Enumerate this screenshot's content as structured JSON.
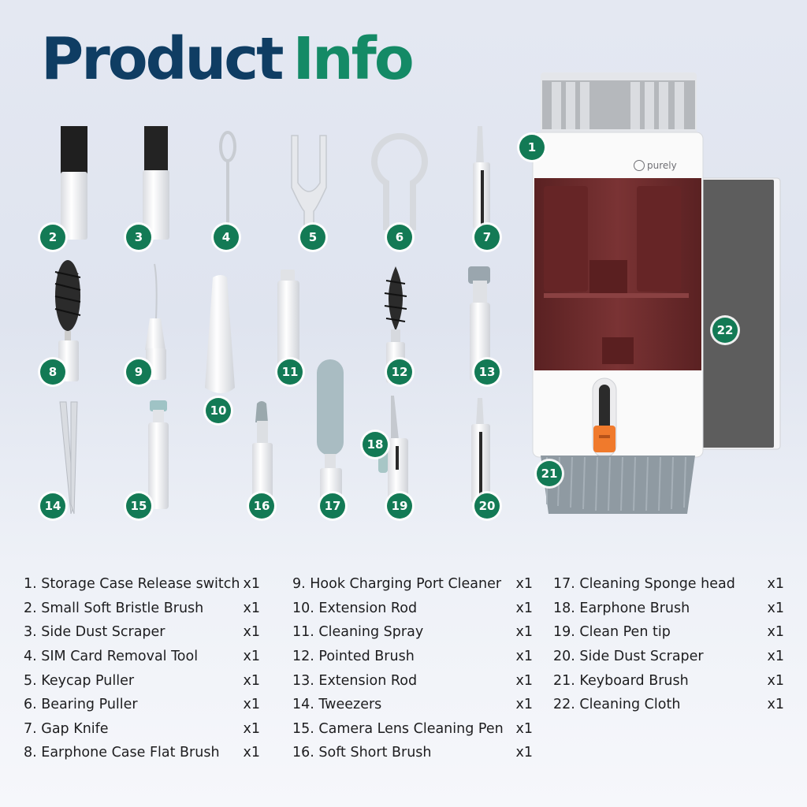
{
  "title": {
    "word1": "Product",
    "word2": "Info"
  },
  "brand": "purely",
  "colors": {
    "title_blue": "#0f3d63",
    "title_green": "#148a66",
    "badge_green": "#137a55",
    "case_brown": "#6f2b2c",
    "slider_orange": "#f07a2c",
    "cloth_gray": "#5d5d5d"
  },
  "badges": [
    "1",
    "2",
    "3",
    "4",
    "5",
    "6",
    "7",
    "8",
    "9",
    "10",
    "11",
    "12",
    "13",
    "14",
    "15",
    "16",
    "17",
    "18",
    "19",
    "20",
    "21",
    "22"
  ],
  "items": [
    {
      "name": "1. Storage Case Release switch",
      "qty": "x1"
    },
    {
      "name": "2. Small Soft Bristle Brush",
      "qty": "x1"
    },
    {
      "name": "3. Side Dust Scraper",
      "qty": "x1"
    },
    {
      "name": "4. SIM Card Removal Tool",
      "qty": "x1"
    },
    {
      "name": "5. Keycap Puller",
      "qty": "x1"
    },
    {
      "name": "6. Bearing Puller",
      "qty": "x1"
    },
    {
      "name": "7. Gap Knife",
      "qty": "x1"
    },
    {
      "name": "8. Earphone Case Flat Brush",
      "qty": "x1"
    },
    {
      "name": "9. Hook Charging Port Cleaner",
      "qty": "x1"
    },
    {
      "name": "10. Extension Rod",
      "qty": "x1"
    },
    {
      "name": "11. Cleaning Spray",
      "qty": "x1"
    },
    {
      "name": "12. Pointed Brush",
      "qty": "x1"
    },
    {
      "name": "13. Extension Rod",
      "qty": "x1"
    },
    {
      "name": "14. Tweezers",
      "qty": "x1"
    },
    {
      "name": "15. Camera Lens Cleaning Pen",
      "qty": "x1"
    },
    {
      "name": "16. Soft Short Brush",
      "qty": "x1"
    },
    {
      "name": "17. Cleaning Sponge head",
      "qty": "x1"
    },
    {
      "name": "18. Earphone Brush",
      "qty": "x1"
    },
    {
      "name": "19. Clean Pen tip",
      "qty": "x1"
    },
    {
      "name": "20. Side Dust Scraper",
      "qty": "x1"
    },
    {
      "name": "21. Keyboard Brush",
      "qty": "x1"
    },
    {
      "name": "22. Cleaning Cloth",
      "qty": "x1"
    }
  ]
}
